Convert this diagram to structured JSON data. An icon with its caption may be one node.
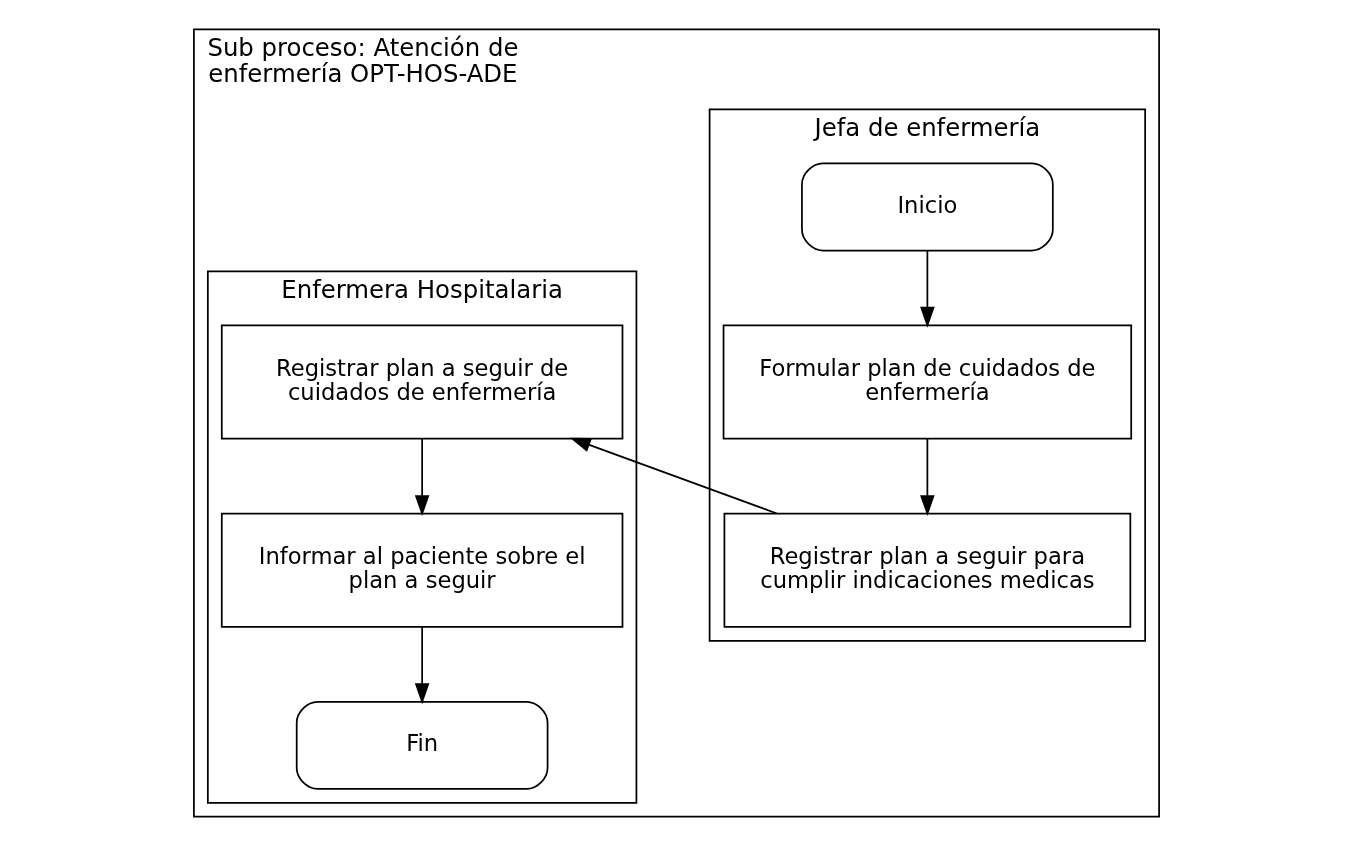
{
  "diagram": {
    "nodes": [
      {
        "text": [
          "Sub proceso: Atención de enfermería OPT-HOS-ADE"
        ]
      },
      {
        "text": [
          "Jefa de enfermería"
        ],
        "in": 0
      },
      {
        "text": [
          "Enfermera Hospitalaria"
        ],
        "in": 0
      },
      {
        "text": [
          "Inicio"
        ],
        "in": 1
      },
      {
        "text": [
          "Formular plan de cuidados de enfermería"
        ],
        "in": 1
      },
      {
        "text": [
          "Registrar plan a seguir para cumplir indicaciones medicas"
        ],
        "in": 1
      },
      {
        "text": [
          "Registrar plan a seguir de cuidados de enfermería"
        ],
        "in": 2
      },
      {
        "text": [
          "Informar al paciente sobre el plan a seguir"
        ],
        "in": 2
      },
      {
        "text": [
          "Fin"
        ],
        "in": 2
      }
    ],
    "edges": [
      {
        "from": 3,
        "to": 4,
        "arrow": "to"
      },
      {
        "from": 4,
        "to": 5,
        "arrow": "to"
      },
      {
        "from": 5,
        "to": 6,
        "arrow": "to"
      },
      {
        "from": 6,
        "to": 7,
        "arrow": "to"
      },
      {
        "from": 7,
        "to": 8,
        "arrow": "to"
      }
    ]
  }
}
